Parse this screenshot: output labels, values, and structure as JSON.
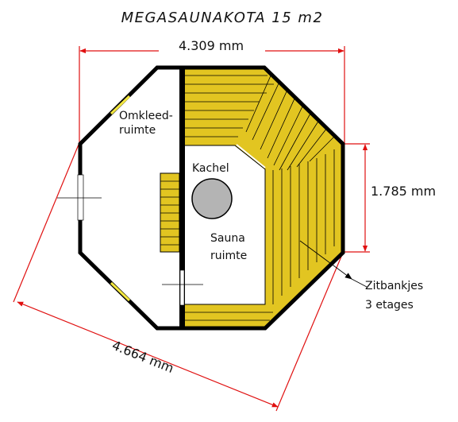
{
  "title": "MEGASAUNAKOTA 15 m2",
  "dimensions": {
    "width": "4.309  mm",
    "side": "1.785  mm",
    "diagonal": "4.664  mm"
  },
  "rooms": {
    "dressing_line1": "Omkleed-",
    "dressing_line2": "ruimte",
    "stove": "Kachel",
    "sauna_line1": "Sauna",
    "sauna_line2": "ruimte"
  },
  "callout": {
    "line1": "Zitbankjes",
    "line2": "3 etages"
  },
  "colors": {
    "wood": "#e2c521",
    "wall": "#000000",
    "dimension": "#e01010",
    "stove": "#b4b4b4",
    "window": "#f2e640"
  }
}
